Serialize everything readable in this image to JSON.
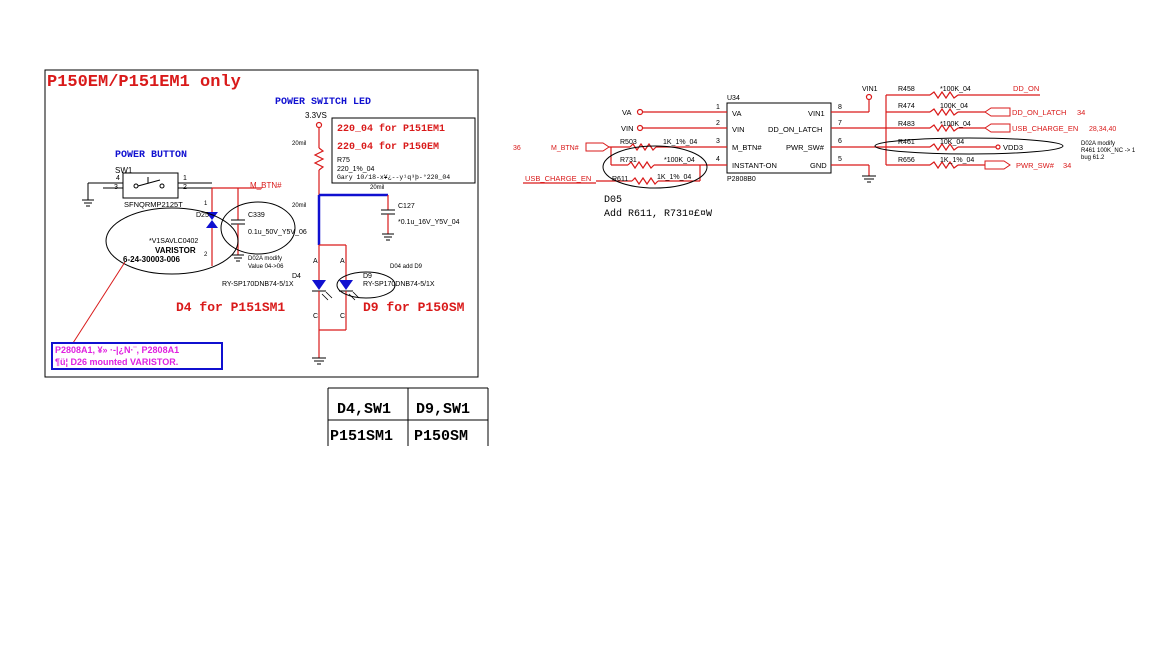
{
  "left_block": {
    "title": "P150EM/P151EM1 only",
    "power_switch_led": "POWER SWITCH LED",
    "power_button": "POWER BUTTON",
    "net_3v3": "3.3VS",
    "width_20mil_a": "20mil",
    "width_20mil_b": "20mil",
    "width_20mil_c": "20mil",
    "res_note_1": "220_04 for P151EM1",
    "res_note_2": "220_04 for P150EM",
    "r75_ref": "R75",
    "r75_val": "220_1%_04",
    "r75_note": "Gary 10/18-x¥¿--y¹q³þ-°220_04",
    "sw1_ref": "SW1",
    "sw1_part": "SFNQRMP2125T",
    "sw1_pin4": "4",
    "sw1_pin3": "3",
    "sw1_pin1": "1",
    "sw1_pin2": "2",
    "net_mbtn": "M_BTN#",
    "d25_ref": "D25",
    "d25_pin1": "1",
    "d25_pin2": "2",
    "c339_ref": "C339",
    "c339_val": "0.1u_50V_Y5V_06",
    "varistor_part": "*V1SAVLC0402",
    "varistor_label": "VARISTOR",
    "varistor_pn": "6-24-30003-006",
    "d02a_note_1": "D02A modify",
    "d02a_note_2": "Value 04->06",
    "c127_ref": "C127",
    "c127_val": "*0.1u_16V_Y5V_04",
    "d4_ref": "D4",
    "d4_part": "RY-SP170DNB74-5/1X",
    "d9_ref": "D9",
    "d9_part": "RY-SP170DNB74-5/1X",
    "d4_add_d9": "D04 add D9",
    "led_a": "A",
    "led_c": "C",
    "d4_for": "D4  for P151SM1",
    "d9_for": "D9  for P150SM",
    "note_line1": "P2808A1, ¥» ·-|¿N·¨, P2808A1",
    "note_line2": "¶ü¦ D26 mounted VARISTOR."
  },
  "table": {
    "headers": [
      "D4,SW1",
      "D9,SW1"
    ],
    "row": [
      "P151SM1",
      "P150SM"
    ]
  },
  "right_block": {
    "u34_ref": "U34",
    "u34_part": "P2808B0",
    "pins_left": [
      {
        "num": "1",
        "name": "VA",
        "net": "VA"
      },
      {
        "num": "2",
        "name": "VIN",
        "net": "VIN"
      },
      {
        "num": "3",
        "name": "M_BTN#",
        "net": ""
      },
      {
        "num": "4",
        "name": "INSTANT-ON",
        "net": ""
      }
    ],
    "pins_right": [
      {
        "num": "8",
        "name": "VIN1"
      },
      {
        "num": "7",
        "name": "DD_ON_LATCH"
      },
      {
        "num": "6",
        "name": "PWR_SW#"
      },
      {
        "num": "5",
        "name": "GND"
      }
    ],
    "vin1_top": "VIN1",
    "r503_ref": "R503",
    "r503_val": "1K_1%_04",
    "r731_ref": "R731",
    "r731_val": "*100K_04",
    "r611_ref": "R611",
    "r611_val": "1K_1%_04",
    "mbtn_sheet": "36",
    "mbtn_net": "M_BTN#",
    "usb_net": "USB_CHARGE_EN",
    "d05": "D05",
    "d05_note": "Add R611, R731¤£¤W",
    "r458_ref": "R458",
    "r458_val": "*100K_04",
    "r474_ref": "R474",
    "r474_val": "100K_04",
    "r483_ref": "R483",
    "r483_val": "*100K_04",
    "r461_ref": "R461",
    "r461_val": "10K_04",
    "r656_ref": "R656",
    "r656_val": "1K_1%_04",
    "dd_on": "DD_ON",
    "dd_on_latch": "DD_ON_LATCH",
    "dd_on_latch_sheet": "34",
    "usb_charge_en": "USB_CHARGE_EN",
    "usb_charge_sheet": "28,34,40",
    "vdd3": "VDD3",
    "pwr_sw": "PWR_SW#",
    "pwr_sw_sheet": "34",
    "d02a_r_1": "D02A modify",
    "d02a_r_2": "R461 100K_NC -> 1",
    "d02a_r_3": "bug 61.2"
  }
}
